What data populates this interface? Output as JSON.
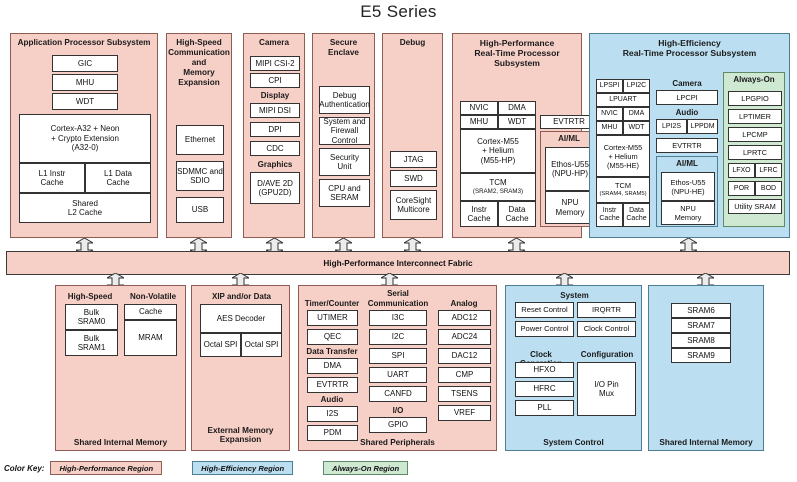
{
  "title": "E5 Series",
  "colors": {
    "high_performance": "#f6cfc6",
    "high_efficiency": "#bbdef0",
    "always_on": "#cfe8d2",
    "box_fill": "#ffffff",
    "background": "#ffffff"
  },
  "buses": {
    "interconnect": "High-Performance Interconnect Fabric"
  },
  "top_row": {
    "app_processor": {
      "title": "Application Processor Subsystem",
      "blocks": [
        "GIC",
        "MHU",
        "WDT"
      ],
      "core": "Cortex-A32 + Neon\n+ Crypto Extension\n(A32-0)",
      "core_lines": [
        "Cortex-A32 + Neon",
        "+ Crypto Extension",
        "(A32-0)"
      ],
      "l1_instr": [
        "L1 Instr",
        "Cache"
      ],
      "l1_data": [
        "L1 Data",
        "Cache"
      ],
      "l2": [
        "Shared",
        "L2 Cache"
      ]
    },
    "high_speed_comm": {
      "title_lines": [
        "High-Speed",
        "Communication and",
        "Memory Expansion"
      ],
      "blocks": [
        "Ethernet",
        "SDMMC and\nSDIO",
        "USB"
      ],
      "block_lines": [
        [
          "Ethernet"
        ],
        [
          "SDMMC and",
          "SDIO"
        ],
        [
          "USB"
        ]
      ]
    },
    "camera_display": {
      "title": "Camera",
      "camera_blocks": [
        "MIPI CSI-2",
        "CPI"
      ],
      "display_header": "Display",
      "display_blocks": [
        "MIPI DSI",
        "DPI",
        "CDC"
      ],
      "graphics_header": "Graphics",
      "graphics_block_lines": [
        "D/AVE 2D",
        "(GPU2D)"
      ]
    },
    "secure_enclave": {
      "title_lines": [
        "Secure",
        "Enclave"
      ],
      "blocks_lines": [
        [
          "Debug",
          "Authentication"
        ],
        [
          "System and",
          "Firewall Control"
        ],
        [
          "Security",
          "Unit"
        ],
        [
          "CPU and",
          "SERAM"
        ]
      ]
    },
    "debug": {
      "title": "Debug",
      "blocks_lines": [
        [
          "JTAG"
        ],
        [
          "SWD"
        ],
        [
          "CoreSight",
          "Multicore"
        ]
      ]
    },
    "hp_realtime": {
      "title_lines": [
        "High-Performance",
        "Real-Time Processor Subsystem"
      ],
      "nvic": "NVIC",
      "dma": "DMA",
      "mhu": "MHU",
      "wdt": "WDT",
      "evtrtr": "EVTRTR",
      "core_lines": [
        "Cortex-M55",
        "+ Helium",
        "(M55-HP)"
      ],
      "tcm_label": "TCM",
      "tcm_sub": "(SRAM2, SRAM3)",
      "instr_cache": [
        "Instr",
        "Cache"
      ],
      "data_cache": [
        "Data",
        "Cache"
      ],
      "aiml_header": "AI/ML",
      "npu_lines": [
        "Ethos-U55",
        "(NPU-HP)"
      ],
      "npu_memory_lines": [
        "NPU",
        "Memory"
      ]
    },
    "he_realtime": {
      "title_lines": [
        "High-Efficiency",
        "Real-Time Processor Subsystem"
      ],
      "lpspi": "LPSPI",
      "lpi2c": "LPI2C",
      "lpuart": "LPUART",
      "nvic": "NVIC",
      "dma": "DMA",
      "mhu": "MHU",
      "wdt": "WDT",
      "core_lines": [
        "Cortex-M55",
        "+ Helium",
        "(M55-HE)"
      ],
      "tcm_label": "TCM",
      "tcm_sub": "(SRAM4, SRAM5)",
      "instr_cache": [
        "Instr",
        "Cache"
      ],
      "data_cache": [
        "Data",
        "Cache"
      ],
      "camera_header": "Camera",
      "lpcpi": "LPCPI",
      "audio_header": "Audio",
      "lpi2s": "LPI2S",
      "lppdm": "LPPDM",
      "evtrtr": "EVTRTR",
      "aiml_header": "AI/ML",
      "npu_lines": [
        "Ethos-U55",
        "(NPU-HE)"
      ],
      "npu_memory_lines": [
        "NPU",
        "Memory"
      ],
      "always_on": {
        "header": "Always-On",
        "blocks": [
          "LPGPIO",
          "LPTIMER",
          "LPCMP",
          "LPRTC"
        ],
        "lfxo": "LFXO",
        "lfrc": "LFRC",
        "por": "POR",
        "bod": "BOD",
        "utility_sram": "Utility SRAM"
      }
    }
  },
  "bottom_row": {
    "shared_internal_memory_left": {
      "footer": "Shared Internal Memory",
      "high_speed_header": "High-Speed",
      "non_volatile_header": "Non-Volatile",
      "bulk_sram0": [
        "Bulk",
        "SRAM0"
      ],
      "bulk_sram1": [
        "Bulk",
        "SRAM1"
      ],
      "cache": "Cache",
      "mram": "MRAM"
    },
    "external_memory": {
      "footer_lines": [
        "External Memory",
        "Expansion"
      ],
      "xip_header": "XIP and/or Data",
      "aes": "AES Decoder",
      "octal_spi_left": "Octal SPI",
      "octal_spi_right": "Octal SPI"
    },
    "shared_peripherals": {
      "footer": "Shared Peripherals",
      "serial_header": "Serial",
      "timer_header": "Timer/Counter",
      "timer_blocks": [
        "UTIMER",
        "QEC"
      ],
      "data_transfer_header": "Data Transfer",
      "data_transfer_blocks": [
        "DMA",
        "EVTRTR"
      ],
      "audio_header": "Audio",
      "audio_blocks": [
        "I2S",
        "PDM"
      ],
      "communication_header": "Communication",
      "communication_blocks": [
        "I3C",
        "I2C",
        "SPI",
        "UART",
        "CANFD"
      ],
      "io_header": "I/O",
      "io_blocks": [
        "GPIO"
      ],
      "analog_header": "Analog",
      "analog_blocks": [
        "ADC12",
        "ADC24",
        "DAC12",
        "CMP",
        "TSENS",
        "VREF"
      ]
    },
    "system_control": {
      "footer": "System Control",
      "system_header": "System",
      "reset_control": "Reset Control",
      "irqrtr": "IRQRTR",
      "power_control": "Power Control",
      "clock_control": "Clock Control",
      "clock_generation_header": "Clock Generation",
      "clock_blocks": [
        "HFXO",
        "HFRC",
        "PLL"
      ],
      "configuration_header": "Configuration",
      "io_pin_mux_lines": [
        "I/O Pin",
        "Mux"
      ]
    },
    "shared_internal_memory_right": {
      "footer": "Shared Internal Memory",
      "blocks": [
        "SRAM6",
        "SRAM7",
        "SRAM8",
        "SRAM9"
      ]
    }
  },
  "color_key": {
    "label": "Color Key:",
    "items": [
      {
        "name": "High-Performance Region",
        "color": "#f6cfc6"
      },
      {
        "name": "High-Efficiency Region",
        "color": "#bbdef0"
      },
      {
        "name": "Always-On Region",
        "color": "#cfe8d2"
      }
    ]
  }
}
